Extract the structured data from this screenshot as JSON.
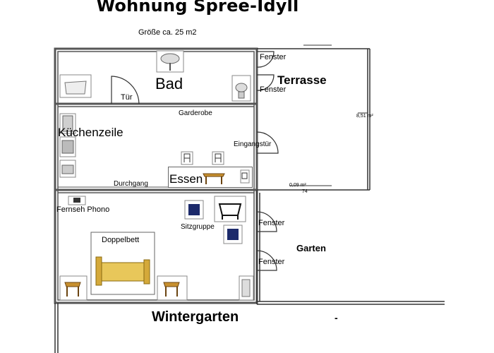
{
  "title": "Wohnung Spree-Idyll",
  "subtitle": "Größe ca. 25 m2",
  "rooms": {
    "bad": "Bad",
    "kuechenzeile": "Küchenzeile",
    "essen": "Essen",
    "terrasse": "Terrasse",
    "garten": "Garten",
    "wintergarten": "Wintergarten",
    "wintergarten_mark": "-"
  },
  "labels": {
    "tuer": "Tür",
    "garderobe": "Garderobe",
    "eingangstuer": "Eingangstür",
    "durchgang": "Durchgang",
    "fernseh_phono": "Fernseh Phono",
    "doppelbett": "Doppelbett",
    "sitzgruppe": "Sitzgruppe",
    "fenster_1": "Fenster",
    "fenster_2": "Fenster",
    "fenster_3": "Fenster",
    "fenster_4": "Fenster"
  },
  "measurements": {
    "terrace_area": "8,51 m²",
    "terrace_bottom": "0,09 m²",
    "terrace_bottom_sub": "74"
  },
  "icons": [
    "sink-icon",
    "toilet-icon",
    "bathtub-icon",
    "fridge-icon",
    "stove-icon",
    "dishwasher-icon",
    "chair-icon",
    "table-icon",
    "armchair-icon",
    "coffee-table-icon",
    "bed-icon",
    "nightstand-icon",
    "wardrobe-icon",
    "tv-icon"
  ],
  "colors": {
    "wall": "#555555",
    "line": "#333333",
    "sofa": "#1c2a6b",
    "wood": "#c8902f",
    "bed": "#e8c75a"
  }
}
